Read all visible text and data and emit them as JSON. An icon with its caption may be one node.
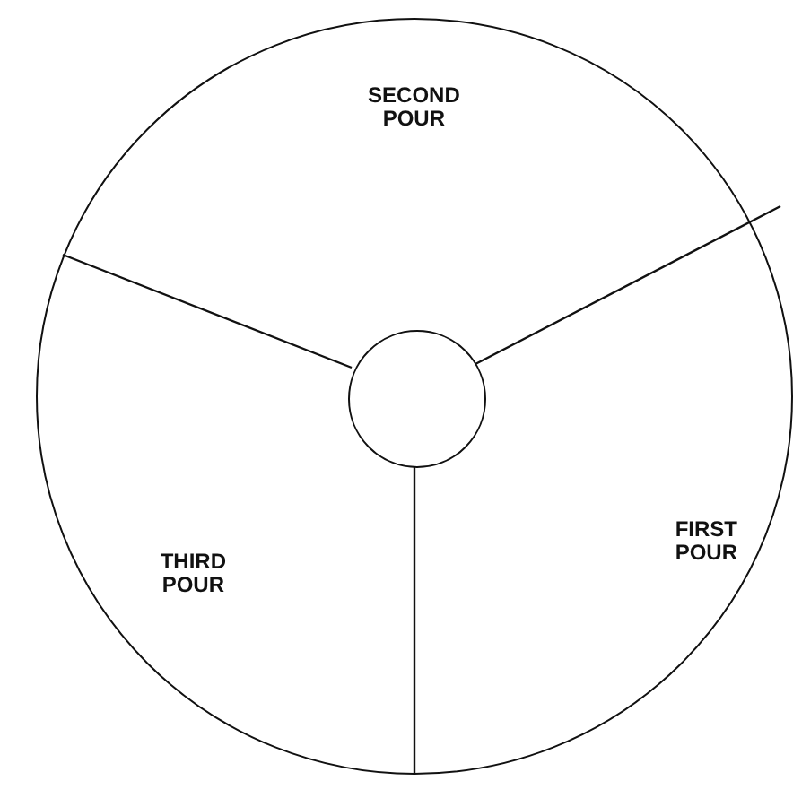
{
  "diagram": {
    "nodes": [
      {
        "text": [],
        "shape": "circle"
      },
      {
        "text": [
          "SECOND POUR"
        ],
        "in": 0
      },
      {
        "text": [
          "FIRST POUR"
        ],
        "in": 0
      },
      {
        "text": [
          "THIRD POUR"
        ],
        "in": 0
      },
      {
        "text": [],
        "shape": "circle",
        "in": 0
      }
    ]
  }
}
